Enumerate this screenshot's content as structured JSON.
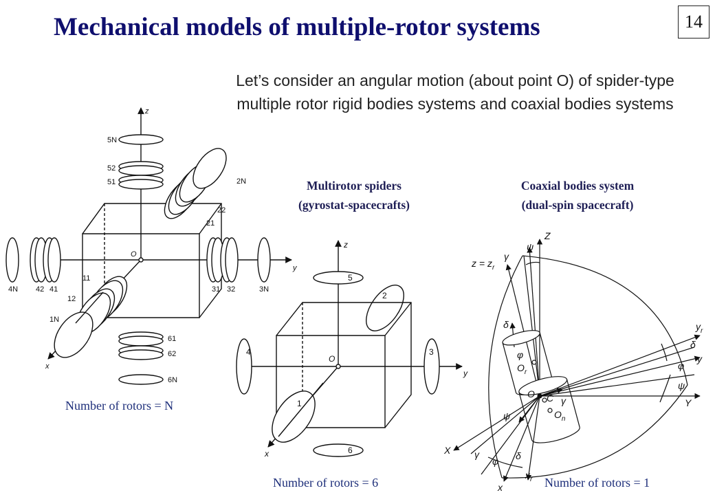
{
  "slide": {
    "title": "Mechanical models of multiple-rotor systems",
    "page_number": "14",
    "intro": "Let’s consider  an angular motion (about point O) of spider-type multiple rotor rigid bodies systems and coaxial bodies systems"
  },
  "sections": {
    "spiders_title": "Multirotor  spiders",
    "spiders_subtitle": "(gyrostat-spacecrafts)",
    "coaxial_title": "Coaxial bodies system",
    "coaxial_subtitle": "(dual-spin spacecraft)"
  },
  "captions": {
    "n_rotors": "Number of rotors = N",
    "six_rotors": "Number of rotors = 6",
    "one_rotor": "Number of rotors = 1"
  },
  "fig1": {
    "z": "z",
    "y": "y",
    "x": "x",
    "o": "O",
    "l5N": "5N",
    "l52": "52",
    "l51": "51",
    "l2N": "2N",
    "l22": "22",
    "l21": "21",
    "l4N": "4N",
    "l42": "42",
    "l41": "41",
    "l31": "31",
    "l32": "32",
    "l3N": "3N",
    "l11": "11",
    "l12": "12",
    "l1N": "1N",
    "l61": "61",
    "l62": "62",
    "l6N": "6N"
  },
  "fig2": {
    "z": "z",
    "y": "y",
    "x": "x",
    "o": "O",
    "r1": "1",
    "r2": "2",
    "r3": "3",
    "r4": "4",
    "r5": "5",
    "r6": "6"
  },
  "fig3": {
    "Z": "Z",
    "psi": "ψ",
    "gamma": "γ",
    "zzr": "z = z",
    "zzr_sub": "r",
    "delta_dot": "δ",
    "phi": "φ",
    "Or": "O",
    "Or_sub": "r",
    "O": "O",
    "C": "C",
    "On": "O",
    "On_sub": "n",
    "psi_dot": "ψ",
    "gamma_dot": "γ",
    "yr": "y",
    "yr_sub": "r",
    "y": "y",
    "delta": "δ",
    "phi_r": "φ",
    "psi_r": "ψ",
    "Y": "Y",
    "X": "X",
    "gamma_b": "γ",
    "phi_b": "φ",
    "delta_b": "δ",
    "x": "x",
    "xr": "x",
    "xr_sub": "r"
  }
}
